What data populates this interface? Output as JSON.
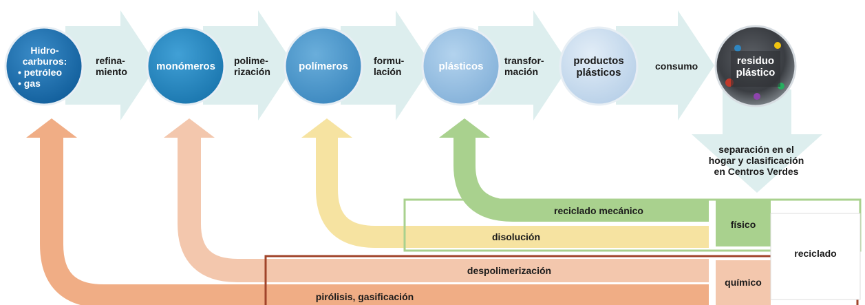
{
  "stages": [
    {
      "id": "hidrocarburos",
      "title": "Hidro-\ncarburos:",
      "items": [
        "• petróleo",
        "• gas"
      ]
    },
    {
      "id": "monomeros",
      "title": "monómeros"
    },
    {
      "id": "polimeros",
      "title": "polímeros"
    },
    {
      "id": "plasticos",
      "title": "plásticos"
    },
    {
      "id": "productos",
      "title": "productos\nplásticos"
    },
    {
      "id": "residuo",
      "title": "residuo\nplástico"
    }
  ],
  "processes": {
    "refinamiento": "refina-\nmiento",
    "polimerizacion": "polime-\nrización",
    "formulacion": "formu-\nlación",
    "transformacion": "transfor-\nmación",
    "consumo": "consumo"
  },
  "separation": "separación en el\nhogar y clasificación\nen Centros Verdes",
  "recycling": {
    "mecanico": "reciclado mecánico",
    "disolucion": "disolución",
    "despolimerizacion": "despolimerización",
    "pirolisis": "pirólisis, gasificación",
    "fisico": "físico",
    "quimico": "químico",
    "reciclado": "reciclado"
  },
  "colors": {
    "hydrocarbon_circle": "#1f6ea8",
    "monomer_circle": "#2a87be",
    "polymer_circle": "#4a97c9",
    "plastic_circle": "#92bde0",
    "product_circle": "#c8dcee",
    "flow_arrow": "#d9ecec",
    "green": "#a9d18e",
    "yellow": "#f6e3a1",
    "light_orange": "#f3c7ad",
    "orange": "#f0ad85",
    "chem_box": "#a0442a"
  }
}
